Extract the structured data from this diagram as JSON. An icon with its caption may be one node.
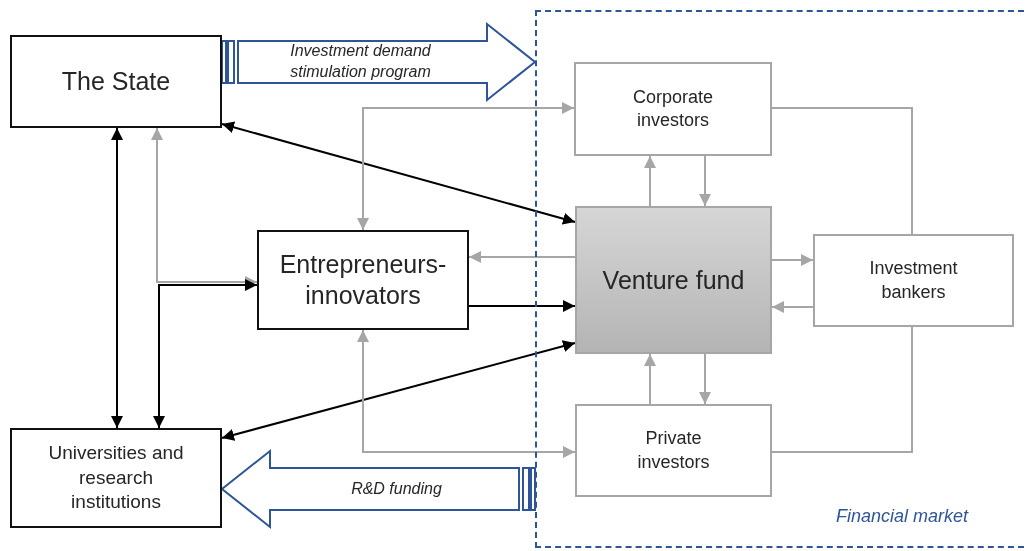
{
  "diagram": {
    "nodes": [
      {
        "text": [
          "The State"
        ]
      },
      {
        "text": [
          "Entrepreneurs-innovators"
        ]
      },
      {
        "text": [
          "Universities and research institutions"
        ]
      },
      {
        "text": [
          "Financial market"
        ]
      },
      {
        "text": [
          "Corporate investors"
        ],
        "in": 3
      },
      {
        "text": [
          "Venture fund"
        ],
        "in": 3
      },
      {
        "text": [
          "Investment bankers"
        ],
        "in": 3
      },
      {
        "text": [
          "Private investors"
        ],
        "in": 3
      }
    ],
    "edges": [
      {
        "from": 0,
        "to": 3,
        "arrow": "to",
        "label": "Investment demand stimulation program",
        "style": "thick",
        "color": "#2e5597"
      },
      {
        "from": 3,
        "to": 2,
        "arrow": "to",
        "label": "R&D funding",
        "style": "thick",
        "color": "#2e5597"
      },
      {
        "from": 0,
        "to": 5,
        "arrow": "both",
        "color": "#000000"
      },
      {
        "from": 0,
        "to": 2,
        "arrow": "both",
        "color": "#000000"
      },
      {
        "from": 0,
        "to": 1,
        "arrow": "both"
      },
      {
        "from": 1,
        "to": 2,
        "arrow": "both",
        "color": "#000000"
      },
      {
        "from": 2,
        "to": 5,
        "arrow": "both",
        "color": "#000000"
      },
      {
        "from": 1,
        "to": 5,
        "arrow": "to",
        "color": "#000000"
      },
      {
        "from": 5,
        "to": 1,
        "arrow": "to"
      },
      {
        "from": 4,
        "to": 1,
        "arrow": "both"
      },
      {
        "from": 1,
        "to": 7,
        "arrow": "both"
      },
      {
        "from": 5,
        "to": 4,
        "arrow": "to"
      },
      {
        "from": 4,
        "to": 5,
        "arrow": "to"
      },
      {
        "from": 5,
        "to": 7,
        "arrow": "to"
      },
      {
        "from": 7,
        "to": 5,
        "arrow": "to"
      },
      {
        "from": 5,
        "to": 6,
        "arrow": "to"
      },
      {
        "from": 6,
        "to": 5,
        "arrow": "to"
      },
      {
        "from": 4,
        "to": 6,
        "arrow": "none"
      },
      {
        "from": 7,
        "to": 6,
        "arrow": "none"
      }
    ]
  }
}
